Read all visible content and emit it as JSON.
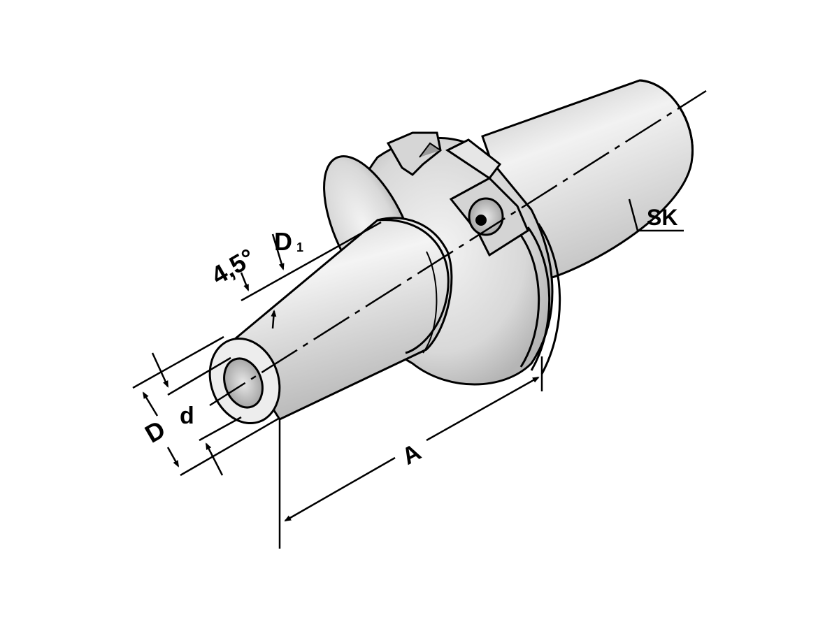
{
  "diagram": {
    "subject": "SK taper tool holder (shrink/collet chuck) isometric drawing",
    "background": "#ffffff",
    "line_color": "#000000",
    "labels": {
      "taper": "SK",
      "angle": "4,5°",
      "d1_main": "D",
      "d1_sub": "1",
      "outer_diameter": "D",
      "bore_diameter": "d",
      "length": "A"
    }
  }
}
